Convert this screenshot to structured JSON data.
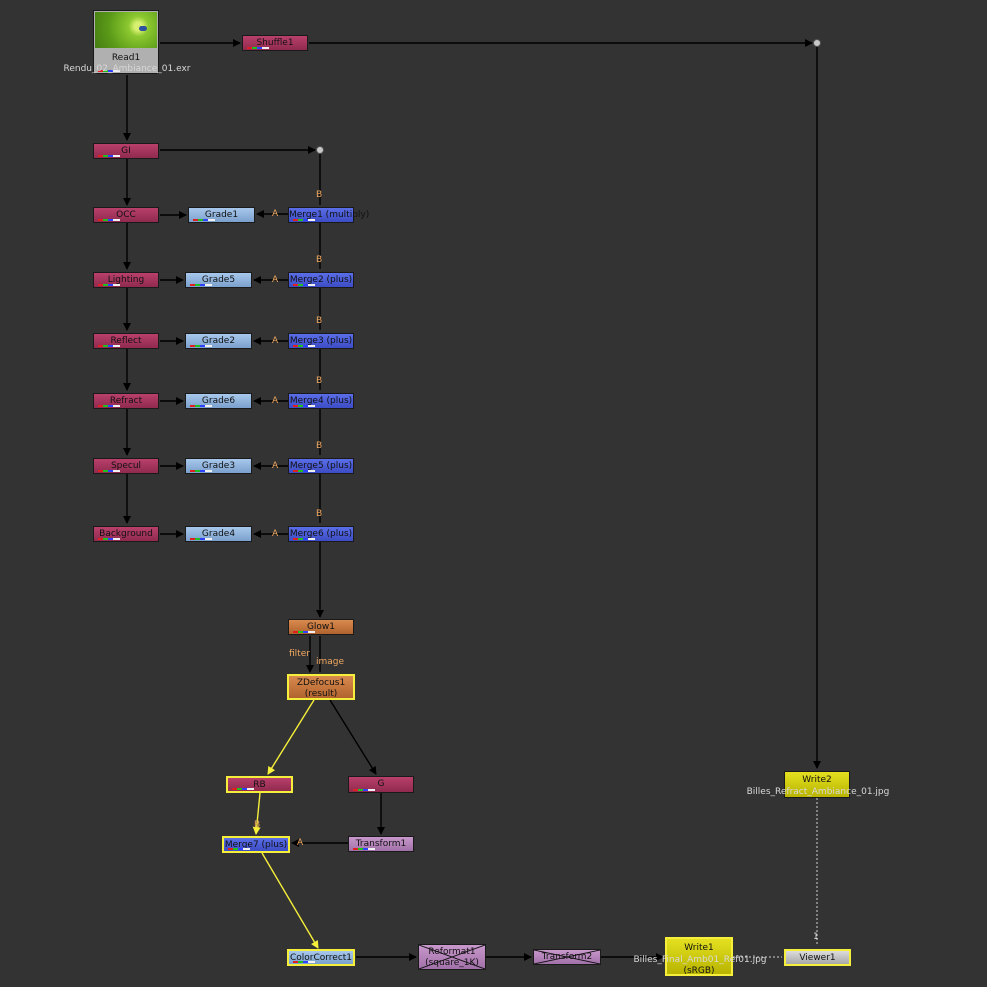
{
  "nodes": {
    "read": {
      "label": "Read1",
      "file": "Rendu_02_Ambiance_01.exr"
    },
    "shuffle1": {
      "label": "Shuffle1"
    },
    "gi": {
      "label": "GI"
    },
    "occ": {
      "label": "OCC"
    },
    "lighting": {
      "label": "Lighting"
    },
    "reflect": {
      "label": "Reflect"
    },
    "refract": {
      "label": "Refract"
    },
    "specul": {
      "label": "Specul"
    },
    "background": {
      "label": "Background"
    },
    "grade1": {
      "label": "Grade1"
    },
    "grade5": {
      "label": "Grade5"
    },
    "grade2": {
      "label": "Grade2"
    },
    "grade6": {
      "label": "Grade6"
    },
    "grade3": {
      "label": "Grade3"
    },
    "grade4": {
      "label": "Grade4"
    },
    "merge1": {
      "label": "Merge1 (multiply)"
    },
    "merge2": {
      "label": "Merge2 (plus)"
    },
    "merge3": {
      "label": "Merge3 (plus)"
    },
    "merge4": {
      "label": "Merge4 (plus)"
    },
    "merge5": {
      "label": "Merge5 (plus)"
    },
    "merge6": {
      "label": "Merge6 (plus)"
    },
    "glow1": {
      "label": "Glow1"
    },
    "zdefocus1": {
      "label": "ZDefocus1",
      "sub": "(result)"
    },
    "rb": {
      "label": "RB"
    },
    "g": {
      "label": "G"
    },
    "merge7": {
      "label": "Merge7 (plus)"
    },
    "transform1": {
      "label": "Transform1"
    },
    "colorcorrect": {
      "label": "ColorCorrect1"
    },
    "reformat1": {
      "label": "Reformat1",
      "sub": "(square_1K)"
    },
    "transform2": {
      "label": "Transform2"
    },
    "write1": {
      "label": "Write1",
      "file": "Billes_Final_Amb01_Ref01.jpg",
      "sub": "(sRGB)"
    },
    "write2": {
      "label": "Write2",
      "file": "Billes_Refract_Ambiance_01.jpg"
    },
    "viewer1": {
      "label": "Viewer1"
    }
  },
  "inputs": {
    "a": "A",
    "b": "B",
    "filter": "filter",
    "image": "image",
    "one": "1"
  },
  "colors": {
    "background": "#333333",
    "selected": "#f5ee3a",
    "wire": "#000000",
    "selected_wire": "#f5ee3a"
  }
}
